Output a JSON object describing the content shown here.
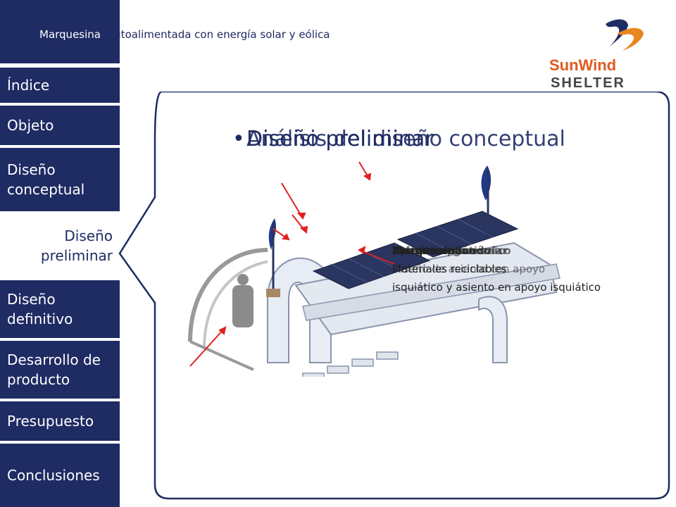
{
  "header": {
    "title_bold": "Marquesina",
    "title_rest": "autoalimentada con energía solar y eólica"
  },
  "logo": {
    "brand_sun": "SunWind",
    "brand_shelter": "SHELTER",
    "colors": {
      "sun": "#e05a1f",
      "wind": "#1f2b63",
      "swoosh_blue": "#1f2b63",
      "swoosh_orange": "#e8861f"
    }
  },
  "nav": {
    "items": [
      {
        "label": "Índice"
      },
      {
        "label": "Objeto"
      },
      {
        "label": "Diseño conceptual"
      },
      {
        "label": "Diseño preliminar",
        "active": true
      },
      {
        "label": "Diseño definitivo"
      },
      {
        "label": "Desarrollo de producto"
      },
      {
        "label": "Presupuesto"
      },
      {
        "label": "Conclusiones"
      }
    ]
  },
  "content": {
    "bullet": "•",
    "title_a": "Diseño preliminar",
    "title_b": "Análisis del diseño conceptual",
    "annotations": [
      "Marquesina",
      "Estructura modular",
      "Asiento ergonómico",
      "Apoyo isquiático",
      "Paneles solares",
      "Turbina eólica"
    ],
    "tooltip_lines": [
      "Materiales reciclables",
      "Diseño de asiento con apoyo",
      "isquiático y asiento en apoyo isquiático"
    ]
  },
  "colors": {
    "navy": "#1f2b63",
    "arrow_red": "#e02020",
    "panel_blue": "#2a3560"
  }
}
